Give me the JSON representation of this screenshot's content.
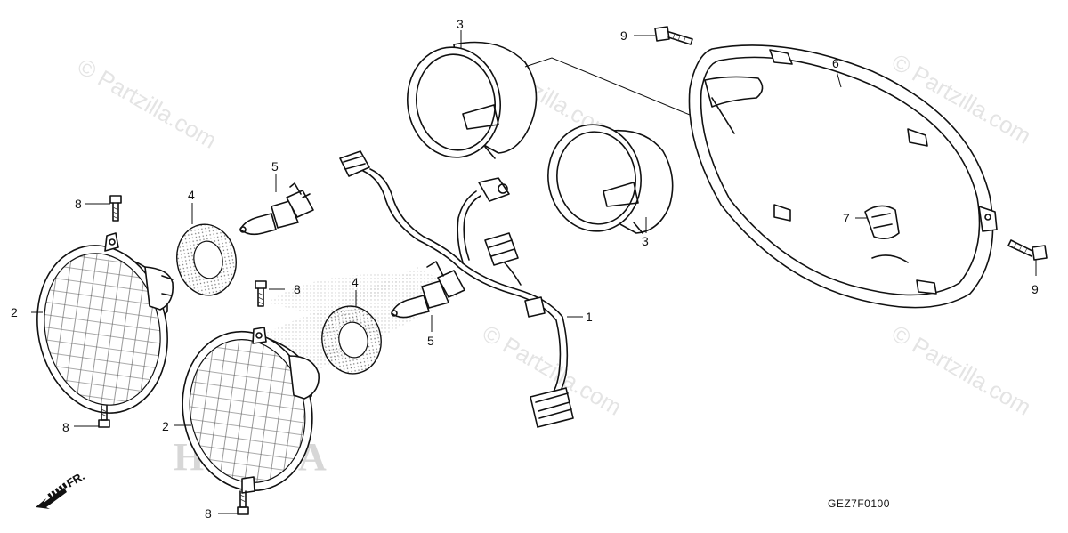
{
  "drawing_code": "GEZ7F0100",
  "brand_watermark": "HONDA",
  "front_arrow_label": "FR.",
  "watermark_text": "© Partzilla.com",
  "callouts": [
    {
      "id": "c1",
      "label": "1"
    },
    {
      "id": "c2a",
      "label": "2"
    },
    {
      "id": "c2b",
      "label": "2"
    },
    {
      "id": "c3a",
      "label": "3"
    },
    {
      "id": "c3b",
      "label": "3"
    },
    {
      "id": "c4a",
      "label": "4"
    },
    {
      "id": "c4b",
      "label": "4"
    },
    {
      "id": "c5a",
      "label": "5"
    },
    {
      "id": "c5b",
      "label": "5"
    },
    {
      "id": "c6",
      "label": "6"
    },
    {
      "id": "c7",
      "label": "7"
    },
    {
      "id": "c8a",
      "label": "8"
    },
    {
      "id": "c8b",
      "label": "8"
    },
    {
      "id": "c8c",
      "label": "8"
    },
    {
      "id": "c8d",
      "label": "8"
    },
    {
      "id": "c9a",
      "label": "9"
    },
    {
      "id": "c9b",
      "label": "9"
    }
  ]
}
